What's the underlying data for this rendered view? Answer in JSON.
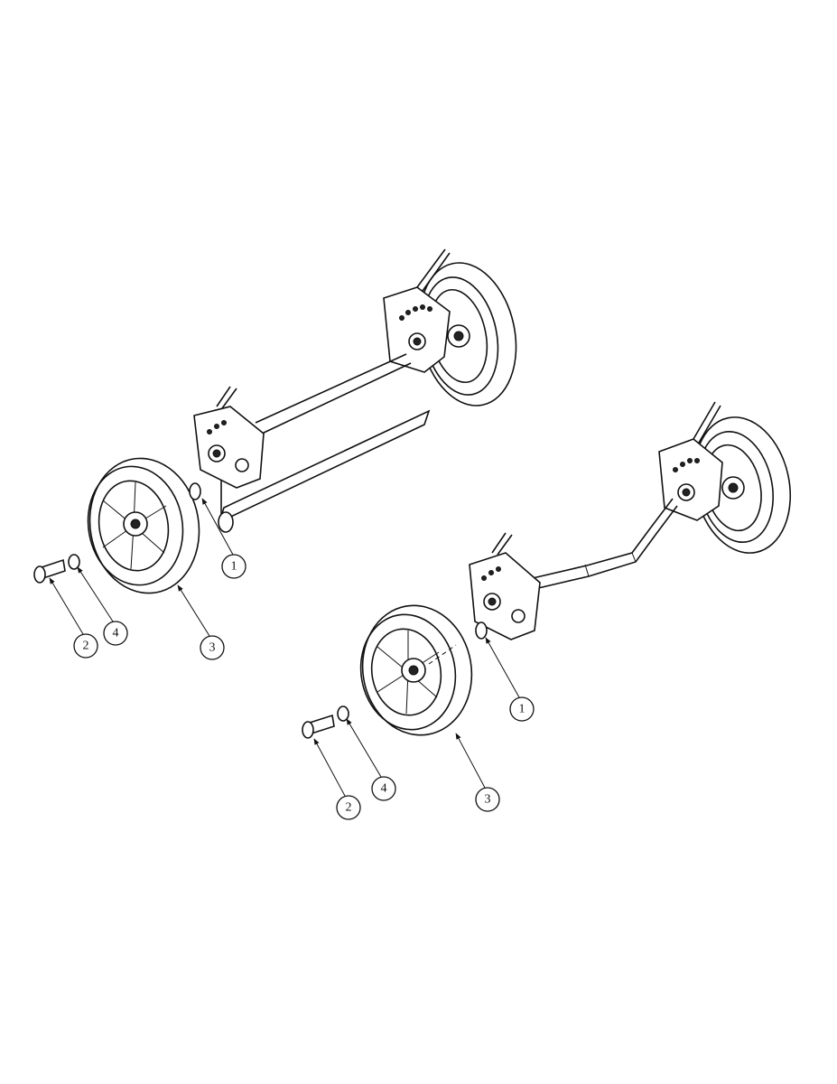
{
  "callouts": {
    "upper_assembly": {
      "washer": "1",
      "bolt": "2",
      "wheel": "3",
      "lock_washer": "4"
    },
    "lower_assembly": {
      "washer": "1",
      "bolt": "2",
      "wheel": "3",
      "lock_washer": "4"
    }
  }
}
